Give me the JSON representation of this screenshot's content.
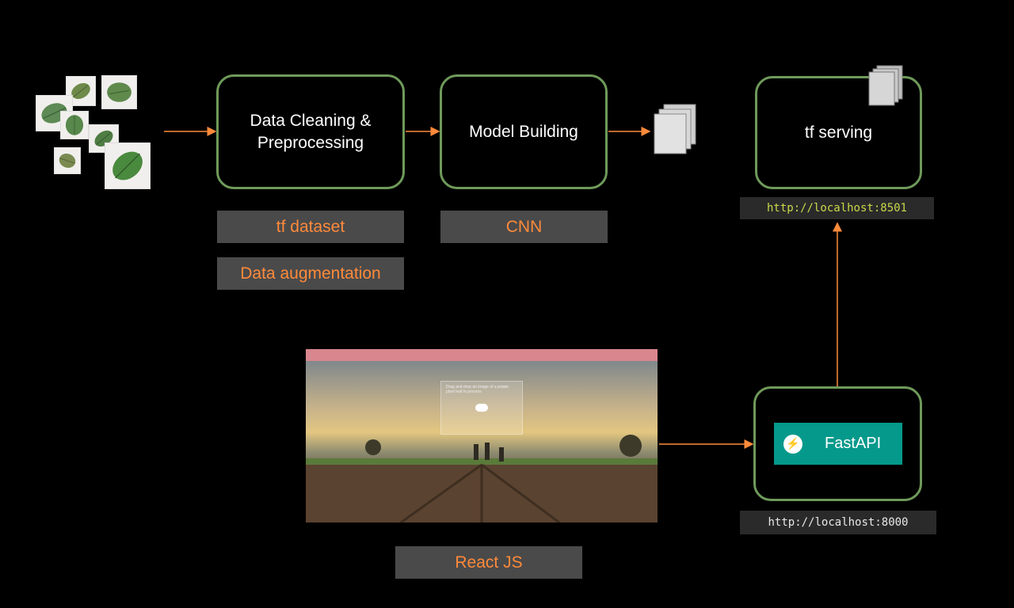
{
  "nodes": {
    "preprocessing": {
      "line1": "Data Cleaning &",
      "line2": "Preprocessing"
    },
    "model": {
      "label": "Model Building"
    },
    "serving": {
      "label": "tf serving"
    },
    "fastapi": {
      "label": "FastAPI"
    }
  },
  "tags": {
    "tf_dataset": "tf dataset",
    "augmentation": "Data augmentation",
    "cnn": "CNN",
    "react": "React JS"
  },
  "urls": {
    "serving": "http://localhost:8501",
    "fastapi": "http://localhost:8000"
  },
  "screenshot": {
    "upload_hint": "Drag and drop an image of a potato plant leaf to process"
  },
  "colors": {
    "box_border": "#6f9a5a",
    "arrow": "#ff8a3a",
    "tag_text": "#ff8a3a",
    "url_serving": "#c9d84a",
    "url_fastapi": "#e8e8e8",
    "fastapi_bg": "#05998b"
  },
  "icons": [
    "leaf-icon",
    "document-stack-icon",
    "upload-cloud-icon",
    "bolt-icon"
  ]
}
